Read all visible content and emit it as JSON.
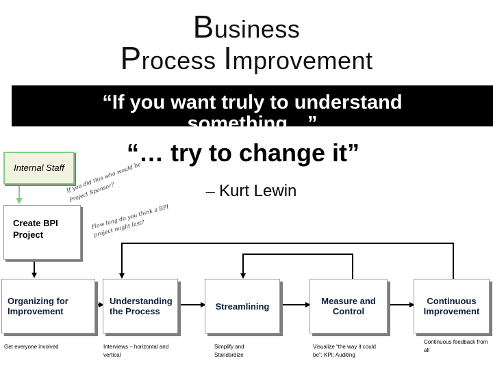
{
  "title": {
    "line1_cap": "B",
    "line1_rest": "usiness",
    "line2_cap1": "P",
    "line2_rest1": "rocess ",
    "line2_cap2": "I",
    "line2_rest2": "mprovement"
  },
  "quote": {
    "line1": "“If you want truly to understand",
    "line2": "something…”",
    "line3": "“… try to change it”",
    "attribution_dash": "----",
    "attribution_name": "Kurt Lewin"
  },
  "diagram": {
    "internal_staff": "Internal Staff",
    "create_project": "Create BPI Project",
    "handwritten_1_line1": "If you did this who would be",
    "handwritten_1_line2": "Project Sponsor?",
    "handwritten_2_line1": "How long do you think a BPI",
    "handwritten_2_line2": "project might last?",
    "steps": [
      {
        "label": "Organizing for Improvement",
        "note": "Get everyone involved"
      },
      {
        "label": "Understanding the Process",
        "note": "Interviews – horizontal and vertical"
      },
      {
        "label": "Streamlining",
        "note": "Simplify and Standardize"
      },
      {
        "label": "Measure and Control",
        "note": "Visualize “the way it could be”; KPI; Auditing"
      },
      {
        "label": "Continuous Improvement",
        "note": "Continuous feedback from all"
      }
    ]
  },
  "colors": {
    "quote_bar": "#000000",
    "staff_border": "#7ed07e",
    "staff_fill": "#f2f2e0",
    "box_shadow": "#7d7d7d",
    "step_text": "#0d1f3c"
  }
}
